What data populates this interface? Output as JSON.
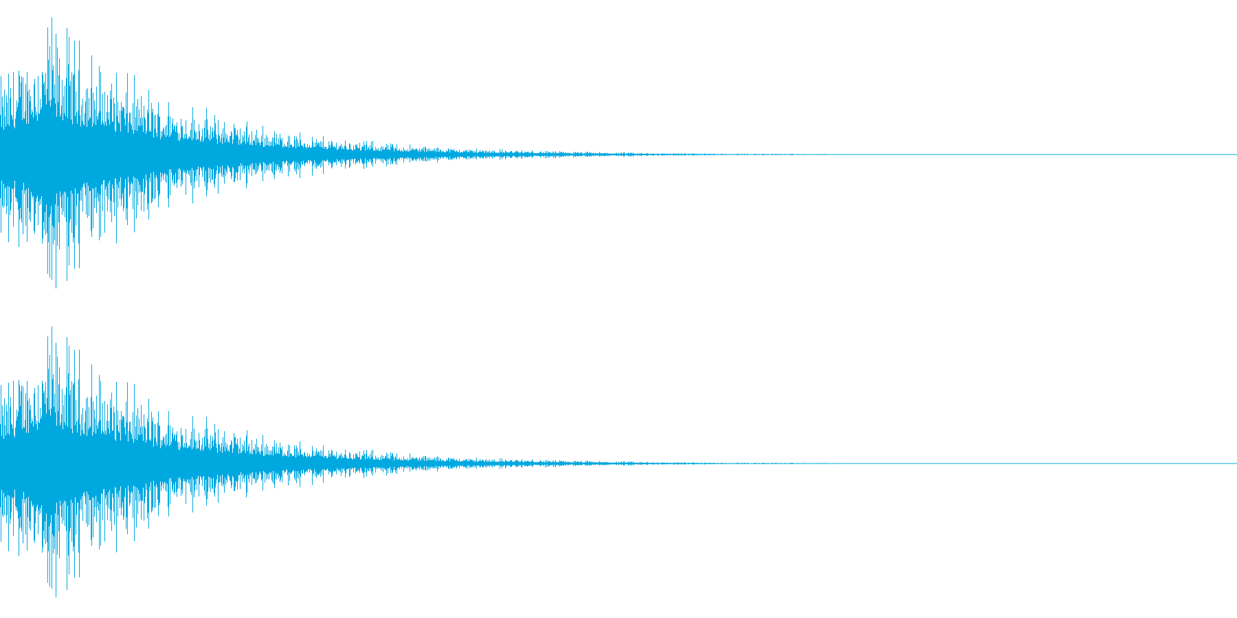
{
  "waveform": {
    "color": "#00a8e0",
    "background": "#ffffff",
    "channels": [
      {
        "name": "top-channel"
      },
      {
        "name": "bottom-channel"
      }
    ],
    "envelope": {
      "shape": "sharp attack, exponential decay",
      "peak_amplitude": 0.85,
      "decay_to_silence_fraction": 0.67
    }
  }
}
